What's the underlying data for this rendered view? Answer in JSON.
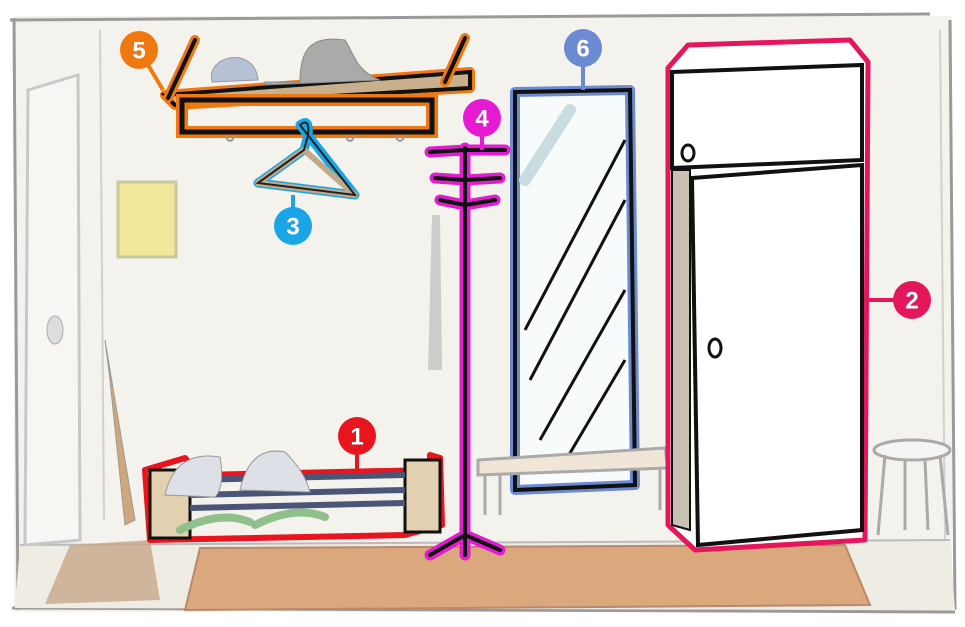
{
  "labels": [
    {
      "number": "1",
      "item": "shoe-rack",
      "color": "#e8141e"
    },
    {
      "number": "2",
      "item": "wardrobe",
      "color": "#e4175c"
    },
    {
      "number": "3",
      "item": "hanger",
      "color": "#1aa6e6"
    },
    {
      "number": "4",
      "item": "coat-stand",
      "color": "#e61ad2"
    },
    {
      "number": "5",
      "item": "hat-shelf",
      "color": "#f07810"
    },
    {
      "number": "6",
      "item": "mirror",
      "color": "#6b8ad2"
    }
  ]
}
